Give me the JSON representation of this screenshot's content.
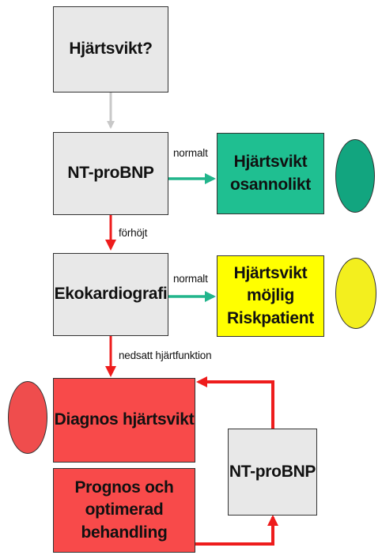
{
  "nodes": {
    "start": "Hjärtsvikt?",
    "ntprobnp_1": "NT-proBNP",
    "unlikely": [
      "Hjärtsvikt",
      "osannolikt"
    ],
    "echo": "Ekokardiografi",
    "possible": [
      "Hjärtsvikt möjlig",
      "Riskpatient"
    ],
    "diagnosis": "Diagnos hjärtsvikt",
    "ntprobnp_2": "NT-proBNP",
    "prognosis": [
      "Prognos och",
      "optimerad behandling"
    ]
  },
  "edge_labels": {
    "normal_1": "normalt",
    "elevated": "förhöjt",
    "normal_2": "normalt",
    "reduced_function": "nedsatt hjärtfunktion"
  },
  "colors": {
    "grey_box": "#e8e8e8",
    "green": "#1fbf91",
    "yellow": "#ffff00",
    "red": "#f84a4a",
    "red_arrow": "#ee1c1c",
    "green_arrow": "#22b58c",
    "grey_arrow": "#c8c8c8",
    "green_circle": "#12a57f",
    "yellow_circle": "#f3ef1e",
    "red_circle": "#ef4d4d"
  },
  "icons": {
    "status_circle_green": "green-circle-icon",
    "status_circle_yellow": "yellow-circle-icon",
    "status_circle_red": "red-circle-icon"
  }
}
